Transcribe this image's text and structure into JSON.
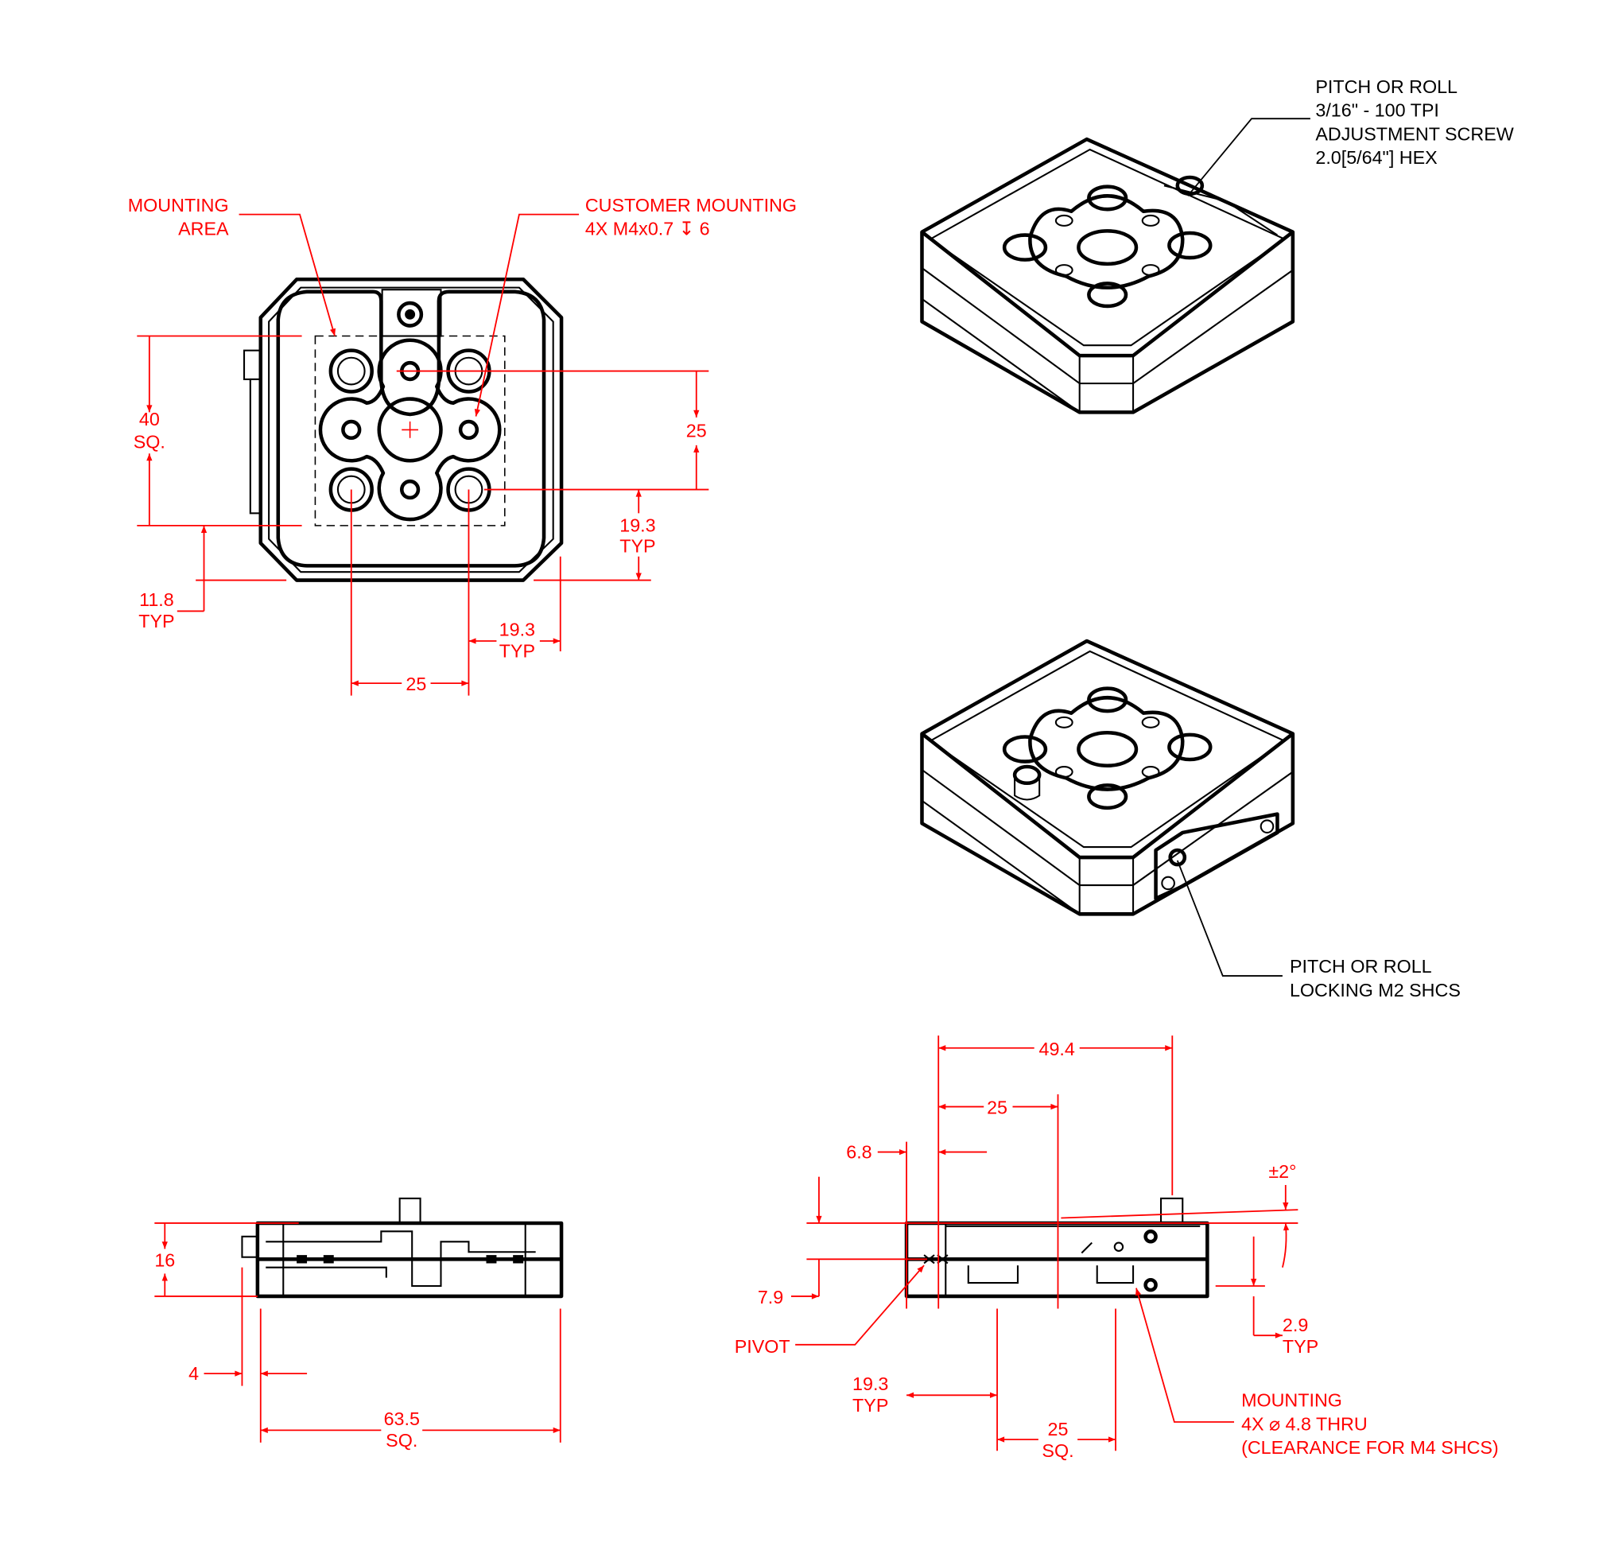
{
  "colors": {
    "dimension": "#ff0000",
    "part": "#000000",
    "background": "#ffffff"
  },
  "top_view": {
    "mounting_area_label": [
      "MOUNTING",
      "AREA"
    ],
    "customer_mounting_label": [
      "CUSTOMER MOUNTING",
      "4X M4x0.7 ↧ 6"
    ],
    "dim_40": [
      "40",
      "SQ."
    ],
    "dim_25_vertical": "25",
    "dim_19_3_vertical": [
      "19.3",
      "TYP"
    ],
    "dim_11_8": [
      "11.8",
      "TYP"
    ],
    "dim_19_3_horizontal": [
      "19.3",
      "TYP"
    ],
    "dim_25_horizontal": "25"
  },
  "iso_view_top": {
    "callout": [
      "PITCH OR ROLL",
      "3/16\" - 100 TPI",
      "ADJUSTMENT SCREW",
      "2.0[5/64\"] HEX"
    ]
  },
  "iso_view_bottom": {
    "callout": [
      "PITCH OR ROLL",
      "LOCKING M2 SHCS"
    ]
  },
  "front_view": {
    "dim_16": "16",
    "dim_4": "4",
    "dim_63_5": [
      "63.5",
      "SQ."
    ]
  },
  "side_view": {
    "dim_49_4": "49.4",
    "dim_25_top": "25",
    "dim_6_8": "6.8",
    "dim_7_9": "7.9",
    "tilt": "±2°",
    "dim_2_9": [
      "2.9",
      "TYP"
    ],
    "pivot": "PIVOT",
    "dim_19_3": [
      "19.3",
      "TYP"
    ],
    "dim_25_sq": [
      "25",
      "SQ."
    ],
    "mounting_callout": [
      "MOUNTING",
      "4X ⌀ 4.8 THRU",
      "(CLEARANCE FOR M4 SHCS)"
    ]
  }
}
